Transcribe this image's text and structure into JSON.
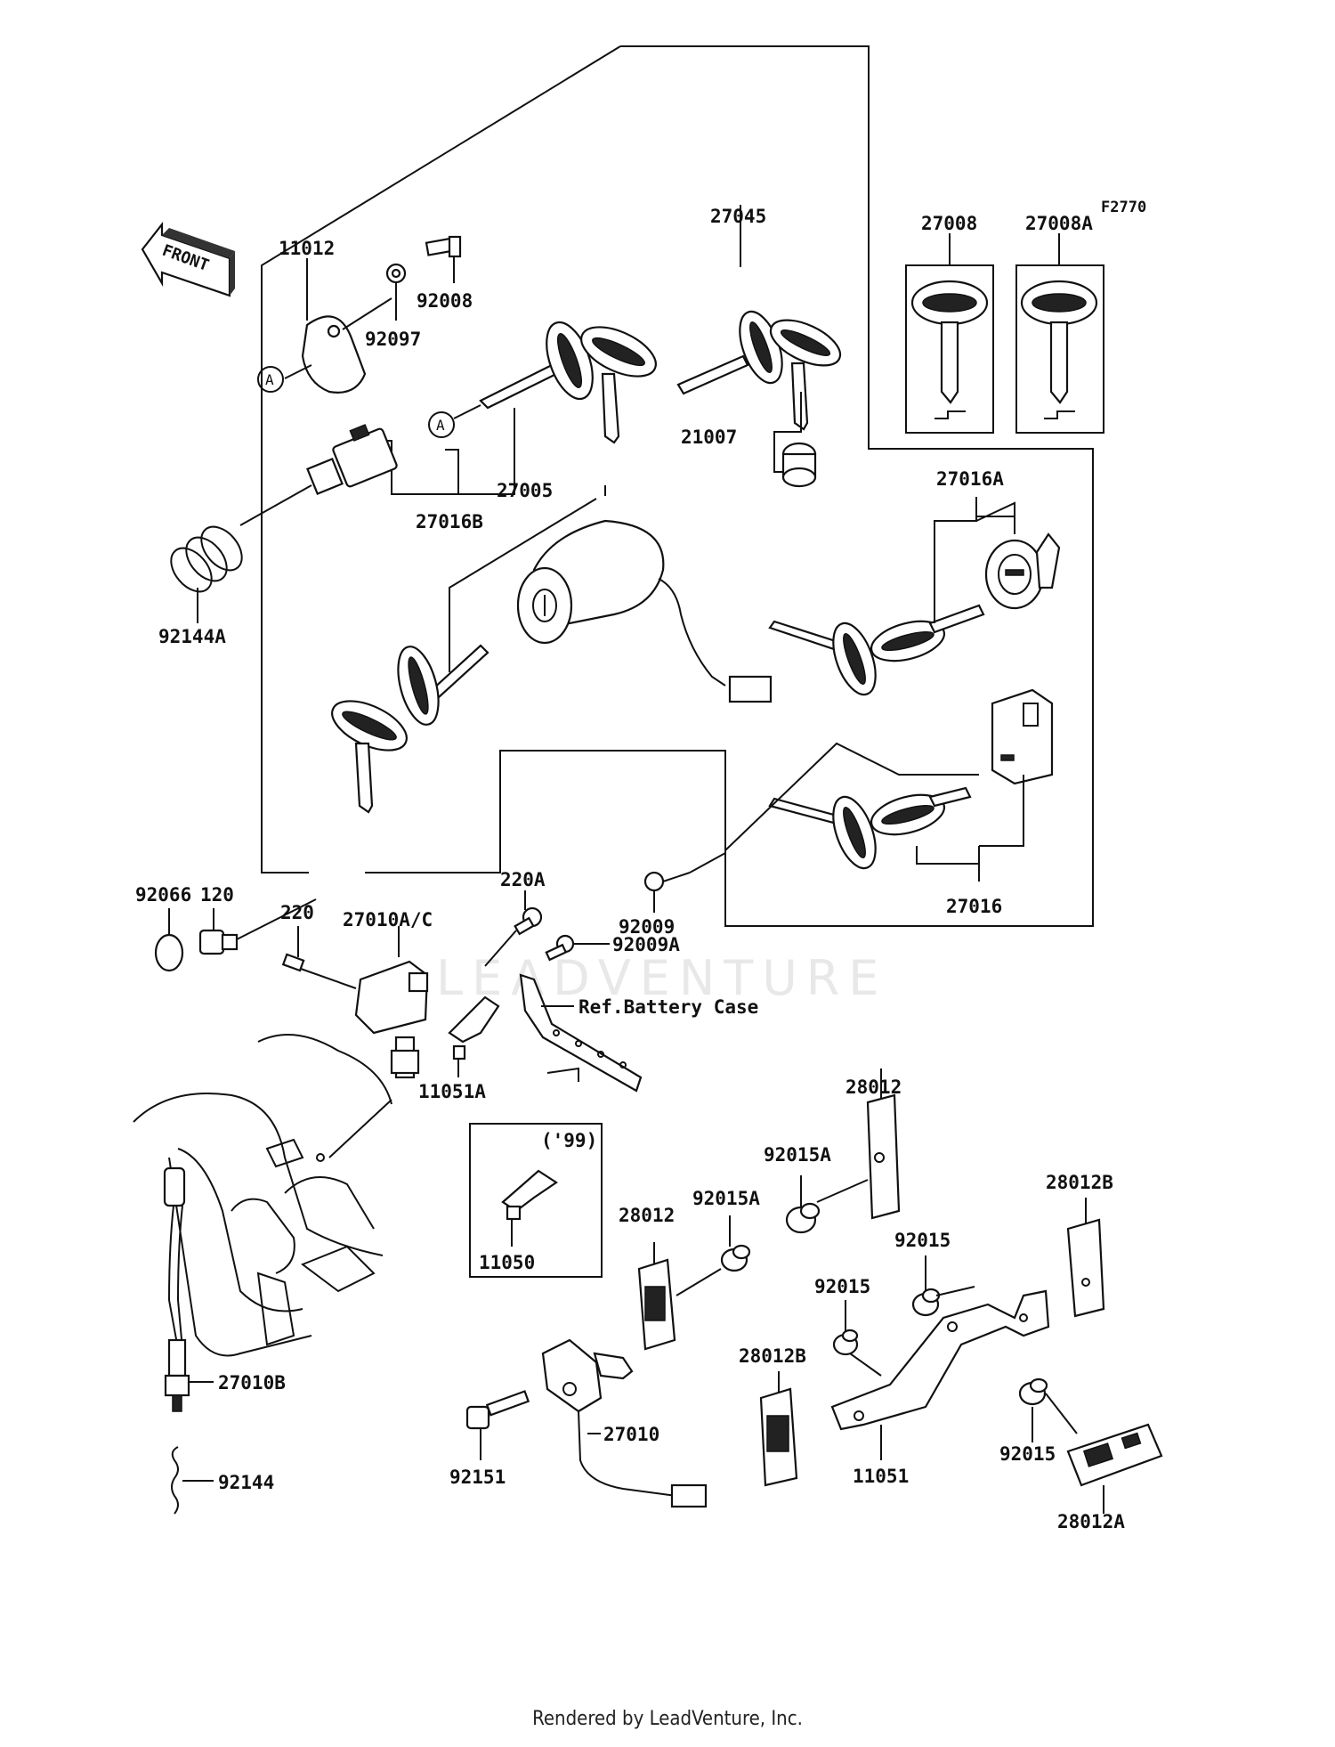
{
  "diagram": {
    "figure_code": "F2770",
    "front_label": "FRONT",
    "watermark": "LEADVENTURE",
    "callouts": [
      {
        "id": "c-27045",
        "text": "27045"
      },
      {
        "id": "c-27008",
        "text": "27008"
      },
      {
        "id": "c-27008A",
        "text": "27008A"
      },
      {
        "id": "c-11012",
        "text": "11012"
      },
      {
        "id": "c-92008",
        "text": "92008"
      },
      {
        "id": "c-92097",
        "text": "92097"
      },
      {
        "id": "c-21007",
        "text": "21007"
      },
      {
        "id": "c-27016B",
        "text": "27016B"
      },
      {
        "id": "c-27005",
        "text": "27005"
      },
      {
        "id": "c-27016A",
        "text": "27016A"
      },
      {
        "id": "c-92144A",
        "text": "92144A"
      },
      {
        "id": "c-120",
        "text": "120"
      },
      {
        "id": "c-92066",
        "text": "92066"
      },
      {
        "id": "c-220A",
        "text": "220A"
      },
      {
        "id": "c-92009",
        "text": "92009"
      },
      {
        "id": "c-27016",
        "text": "27016"
      },
      {
        "id": "c-220",
        "text": "220"
      },
      {
        "id": "c-27010AC",
        "text": "27010A/C"
      },
      {
        "id": "c-92009A",
        "text": "92009A"
      },
      {
        "id": "c-refbattery",
        "text": "Ref.Battery Case"
      },
      {
        "id": "c-11051A",
        "text": "11051A"
      },
      {
        "id": "c-28012-top",
        "text": "28012"
      },
      {
        "id": "c-99",
        "text": "('99)"
      },
      {
        "id": "c-92015A-1",
        "text": "92015A"
      },
      {
        "id": "c-28012B-1",
        "text": "28012B"
      },
      {
        "id": "c-28012-left",
        "text": "28012"
      },
      {
        "id": "c-92015A-2",
        "text": "92015A"
      },
      {
        "id": "c-11050",
        "text": "11050"
      },
      {
        "id": "c-92015-1",
        "text": "92015"
      },
      {
        "id": "c-92015-2",
        "text": "92015"
      },
      {
        "id": "c-28012B-2",
        "text": "28012B"
      },
      {
        "id": "c-27010B",
        "text": "27010B"
      },
      {
        "id": "c-27010",
        "text": "27010"
      },
      {
        "id": "c-92151",
        "text": "92151"
      },
      {
        "id": "c-11051",
        "text": "11051"
      },
      {
        "id": "c-92015-3",
        "text": "92015"
      },
      {
        "id": "c-92144",
        "text": "92144"
      },
      {
        "id": "c-28012A",
        "text": "28012A"
      }
    ],
    "markers": [
      {
        "id": "m-a1",
        "text": "A"
      },
      {
        "id": "m-a2",
        "text": "A"
      }
    ]
  },
  "footer": {
    "text": "Rendered by LeadVenture, Inc."
  }
}
